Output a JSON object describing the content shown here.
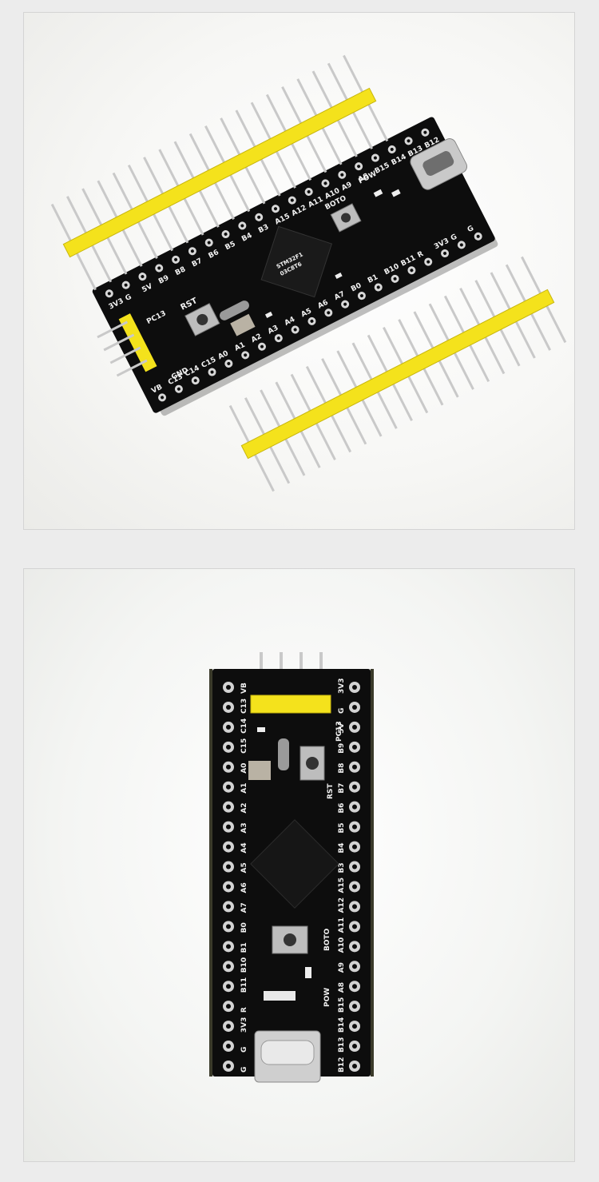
{
  "photos": [
    {
      "id": "angled-view",
      "board": {
        "pins_top_row": [
          "3V3",
          "G",
          "5V",
          "B9",
          "B8",
          "B7",
          "B6",
          "B5",
          "B4",
          "B3",
          "A15",
          "A12",
          "A11",
          "A10",
          "A9",
          "A8",
          "B15",
          "B14",
          "B13",
          "B12"
        ],
        "pins_bottom_row": [
          "VB",
          "C13",
          "C14",
          "C15",
          "A0",
          "A1",
          "A2",
          "A3",
          "A4",
          "A5",
          "A6",
          "A7",
          "B0",
          "B1",
          "B10",
          "B11",
          "R",
          "3V3",
          "G",
          "G"
        ],
        "labels": {
          "rst": "RST",
          "boot": "BOTO",
          "pow": "POW",
          "pc13": "PC13",
          "gnd": "GND",
          "chip_line1": "STM32F1",
          "chip_line2": "03C8T6"
        }
      }
    },
    {
      "id": "top-view",
      "board": {
        "pins_left_col": [
          "VB",
          "C13",
          "C14",
          "C15",
          "A0",
          "A1",
          "A2",
          "A3",
          "A4",
          "A5",
          "A6",
          "A7",
          "B0",
          "B1",
          "B10",
          "B11",
          "R",
          "3V3",
          "G",
          "G"
        ],
        "pins_right_col": [
          "3V3",
          "G",
          "5V",
          "B9",
          "B8",
          "B7",
          "B6",
          "B5",
          "B4",
          "B3",
          "A15",
          "A12",
          "A11",
          "A10",
          "A9",
          "A8",
          "B15",
          "B14",
          "B13",
          "B12"
        ],
        "labels": {
          "rst": "RST",
          "boot": "BOTO",
          "pow": "POW",
          "pc13": "PC13"
        }
      }
    }
  ],
  "colors": {
    "pcb": "#0d0d0d",
    "header": "#f4e21c",
    "pin": "#c9c9c9",
    "silk": "#f2f2f2"
  }
}
